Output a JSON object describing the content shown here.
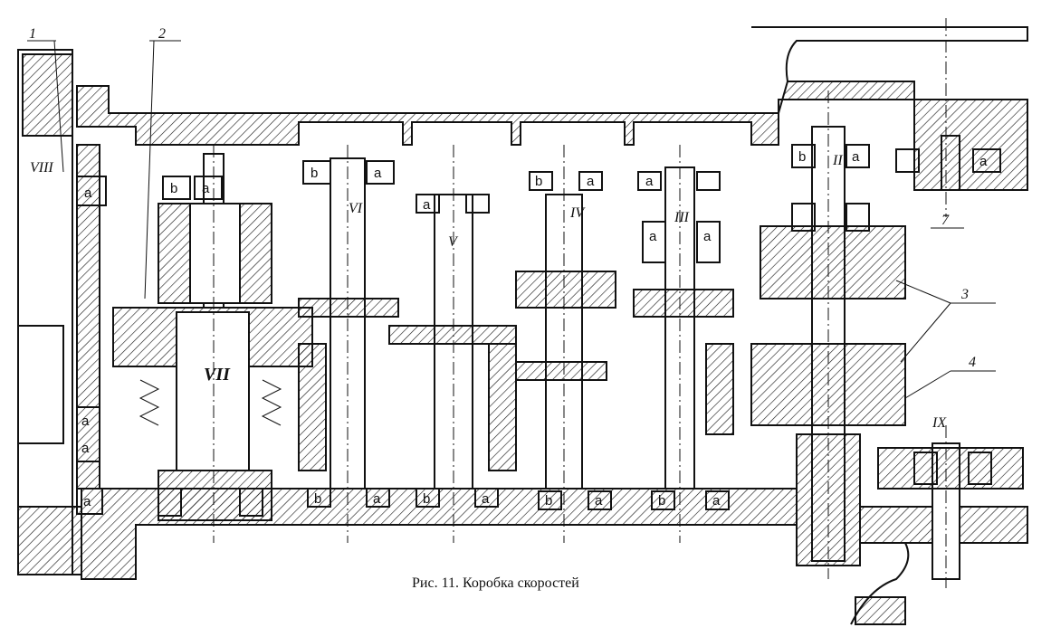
{
  "figure": {
    "caption": "Рис. 11. Коробка скоростей",
    "callouts": [
      "1",
      "2",
      "3",
      "4",
      "7"
    ],
    "shafts": {
      "II": "II",
      "III": "III",
      "IV": "IV",
      "V": "V",
      "VI": "VI",
      "VII": "VII",
      "VIII": "VIII",
      "IX": "IX"
    },
    "bearing_marks": {
      "a": "a",
      "b": "b"
    }
  }
}
